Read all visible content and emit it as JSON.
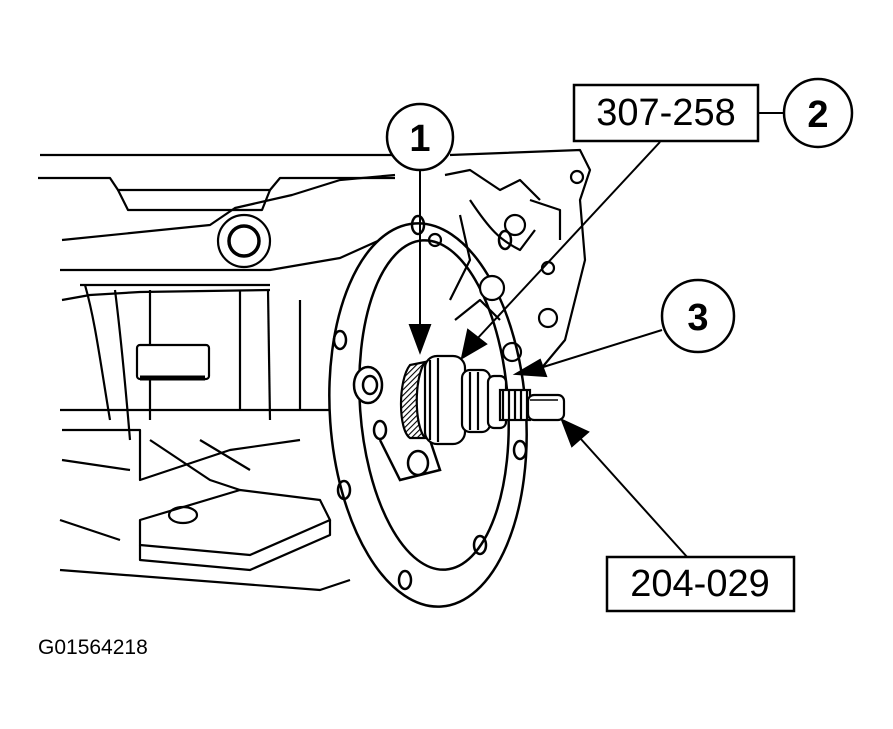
{
  "figure_id": "G01564218",
  "callouts": [
    {
      "number": "1"
    },
    {
      "number": "2",
      "tool": "307-258"
    },
    {
      "number": "3"
    }
  ],
  "tool_labels": {
    "bottom": "204-029"
  },
  "colors": {
    "line": "#000000",
    "background": "#ffffff",
    "hatch": "#000000"
  }
}
